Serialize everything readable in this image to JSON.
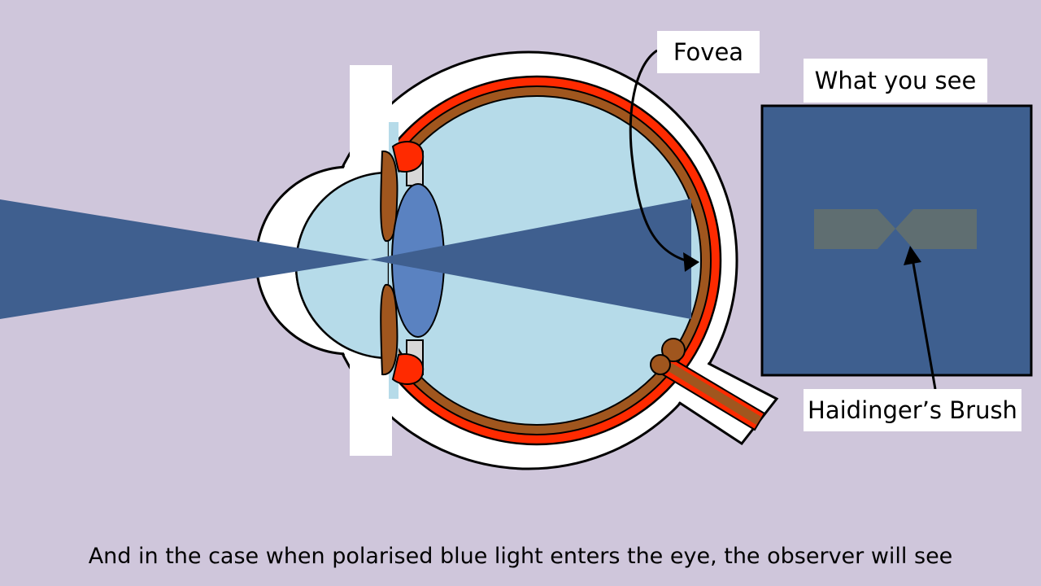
{
  "labels": {
    "fovea": "Fovea",
    "what_you_see": "What you see",
    "haidinger": "Haidinger’s Brush"
  },
  "caption": "And in the case when polarised blue light enters the eye, the observer will see",
  "colors": {
    "background": "#cfc6db",
    "light_beam": "#3f5f8f",
    "eye_fluid": "#b6dbe9",
    "lens": "#5a82c1",
    "retina": "#ff2a00",
    "choroid": "#a0561e",
    "brush": "#5f6e71",
    "view_panel": "#3e5f8f"
  }
}
